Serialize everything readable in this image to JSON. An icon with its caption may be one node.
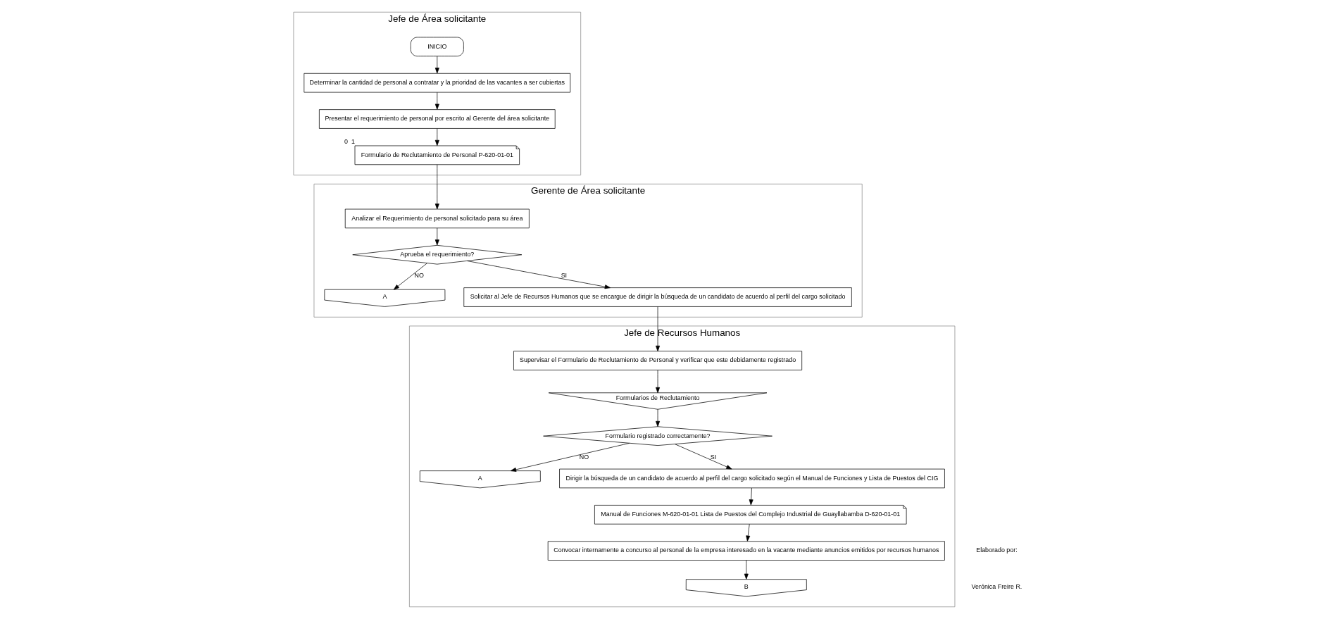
{
  "diagram": {
    "nodes": [
      {
        "text": [
          "Jefe de Área solicitante"
        ]
      },
      {
        "text": [
          "Gerente de Área solicitante"
        ]
      },
      {
        "text": [
          "Jefe de Recursos Humanos"
        ]
      },
      {
        "text": [
          "INICIO"
        ],
        "in": 0
      },
      {
        "text": [
          "Determinar la cantidad de personal a contratar y la prioridad de las vacantes a ser cubiertas"
        ],
        "in": 0
      },
      {
        "text": [
          "Presentar el requerimiento de personal por escrito al Gerente del área solicitante"
        ],
        "in": 0
      },
      {
        "text": [
          "Formulario de Reclutamiento de Personal P-620-01-01"
        ],
        "beside": [
          "0",
          "1"
        ],
        "in": 0
      },
      {
        "text": [
          "Analizar el Requerimiento de personal solicitado para su área"
        ],
        "in": 1
      },
      {
        "text": [
          "Aprueba el requerimiento?"
        ],
        "in": 1
      },
      {
        "text": [
          "A"
        ],
        "in": 1
      },
      {
        "text": [
          "Solicitar al Jefe de Recursos Humanos que se encargue de dirigir la búsqueda de un candidato de acuerdo al perfil del cargo solicitado"
        ],
        "in": 1
      },
      {
        "text": [
          "Supervisar el Formulario de Reclutamiento de Personal y verificar que este debidamente registrado"
        ],
        "in": 2
      },
      {
        "text": [
          "Formularios de Reclutamiento"
        ],
        "in": 2
      },
      {
        "text": [
          "Formulario registrado correctamente?"
        ],
        "in": 2
      },
      {
        "text": [
          "A"
        ],
        "in": 2
      },
      {
        "text": [
          "Dirigir la búsqueda de un candidato de acuerdo al perfil del cargo solicitado según el Manual de Funciones y Lista de Puestos del CIG"
        ],
        "in": 2
      },
      {
        "text": [
          "Manual de Funciones M-620-01-01 Lista de Puestos del Complejo Industrial de Guayllabamba D-620-01-01"
        ],
        "in": 2
      },
      {
        "text": [
          "Convocar internamente a concurso al personal de la empresa interesado en la vacante mediante anuncios emitidos por recursos humanos"
        ],
        "in": 2
      },
      {
        "text": [
          "B"
        ],
        "in": 2
      }
    ],
    "edges": [
      {
        "from": 3,
        "to": 4,
        "arrow": "to"
      },
      {
        "from": 4,
        "to": 5,
        "arrow": "to"
      },
      {
        "from": 5,
        "to": 6,
        "arrow": "to"
      },
      {
        "from": 6,
        "to": 7,
        "arrow": "to"
      },
      {
        "from": 7,
        "to": 8,
        "arrow": "to"
      },
      {
        "from": 8,
        "to": 9,
        "arrow": "to",
        "label": "NO"
      },
      {
        "from": 8,
        "to": 10,
        "arrow": "to",
        "label": "SI"
      },
      {
        "from": 10,
        "to": 11,
        "arrow": "to"
      },
      {
        "from": 11,
        "to": 12,
        "arrow": "to"
      },
      {
        "from": 12,
        "to": 13,
        "arrow": "to"
      },
      {
        "from": 13,
        "to": 14,
        "arrow": "to",
        "label": "NO"
      },
      {
        "from": 13,
        "to": 15,
        "arrow": "to",
        "label": "SI"
      },
      {
        "from": 15,
        "to": 16,
        "arrow": "to"
      },
      {
        "from": 16,
        "to": 17,
        "arrow": "to"
      },
      {
        "from": 17,
        "to": 18,
        "arrow": "to"
      }
    ],
    "labels": [
      "Elaborado por:",
      "Verónica Freire R."
    ]
  }
}
